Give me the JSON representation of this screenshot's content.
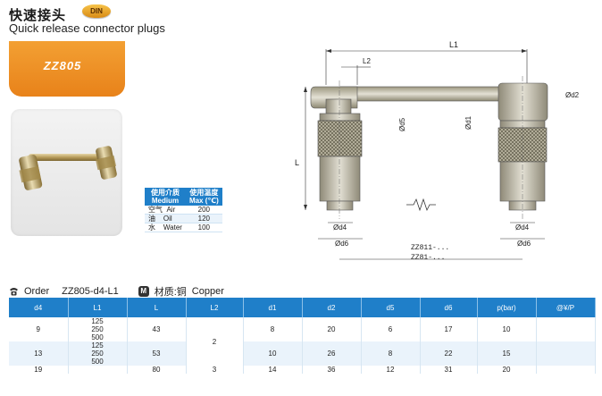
{
  "header": {
    "title_cn": "快速接头",
    "badge": "DIN",
    "title_en": "Quick release connector plugs",
    "model": "ZZ805"
  },
  "medium_table": {
    "headers": [
      {
        "cn": "使用介质",
        "en": "Medium"
      },
      {
        "cn": "使用温度",
        "en": "Max (℃)"
      }
    ],
    "rows": [
      {
        "cn": "空气",
        "en": "Air",
        "value": "200"
      },
      {
        "cn": "油",
        "en": "Oil",
        "value": "120"
      },
      {
        "cn": "水",
        "en": "Water",
        "value": "100"
      }
    ]
  },
  "drawing": {
    "labels": {
      "L1": "L1",
      "L2": "L2",
      "L": "L",
      "d2": "Ød2",
      "d5": "Ød5",
      "d1": "Ød1",
      "d4_left": "Ød4",
      "d6_left": "Ød6",
      "d4_right": "Ød4",
      "d6_right": "Ød6",
      "zz811": "ZZ811-...",
      "zz81": "ZZ81-..."
    }
  },
  "order": {
    "label": "Order",
    "code": "ZZ805-d4-L1",
    "material_label": "材质:铜",
    "material_en": "Copper"
  },
  "table": {
    "headers": [
      "d4",
      "L1",
      "L",
      "L2",
      "d1",
      "d2",
      "d5",
      "d6",
      "p(bar)",
      "@¥/P"
    ],
    "groups": [
      {
        "d4": "9",
        "L1": [
          "125",
          "250",
          "500"
        ],
        "L": "43",
        "d1": "8",
        "d2": "20",
        "d5": "6",
        "d6": "17",
        "p": "10"
      },
      {
        "d4": "13",
        "L1": [
          "125",
          "250",
          "500"
        ],
        "L": "53",
        "d1": "10",
        "d2": "26",
        "d5": "8",
        "d6": "22",
        "p": "15"
      },
      {
        "d4": "19",
        "L1": [],
        "L": "80",
        "L2": "3",
        "d1": "14",
        "d2": "36",
        "d5": "12",
        "d6": "31",
        "p": "20"
      }
    ],
    "l2_merged": "2"
  }
}
